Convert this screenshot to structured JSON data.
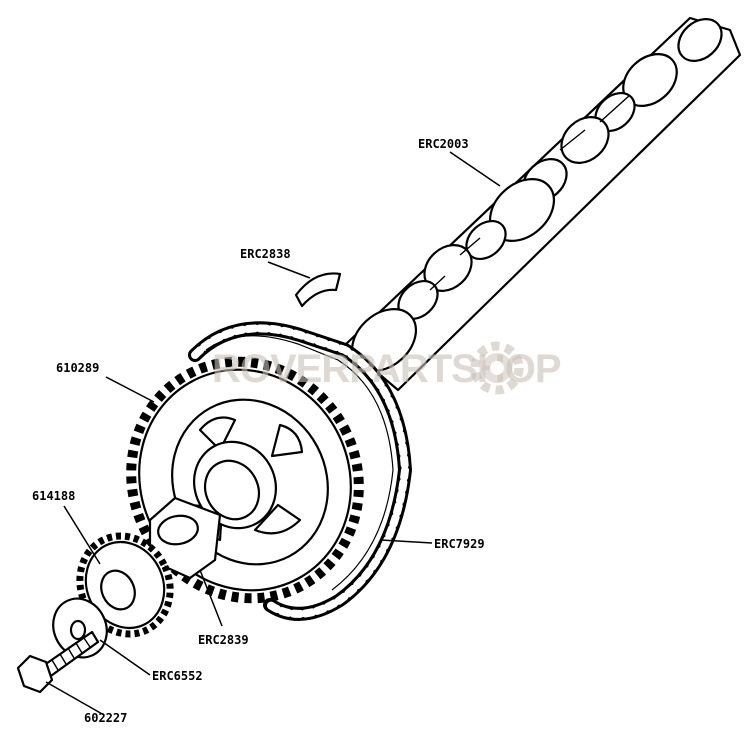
{
  "parts": [
    {
      "id": "camshaft",
      "label": "ERC2003"
    },
    {
      "id": "woodruff-key",
      "label": "ERC2838"
    },
    {
      "id": "chain-sprocket",
      "label": "610289"
    },
    {
      "id": "distributor-gear",
      "label": "614188"
    },
    {
      "id": "timing-chain",
      "label": "ERC7929"
    },
    {
      "id": "spacer",
      "label": "ERC2839"
    },
    {
      "id": "washer",
      "label": "ERC6552"
    },
    {
      "id": "bolt",
      "label": "602227"
    }
  ],
  "watermark": {
    "text": "ROVERPARTSHOP",
    "icon": "gear-icon",
    "color": "#c9c0b7"
  }
}
